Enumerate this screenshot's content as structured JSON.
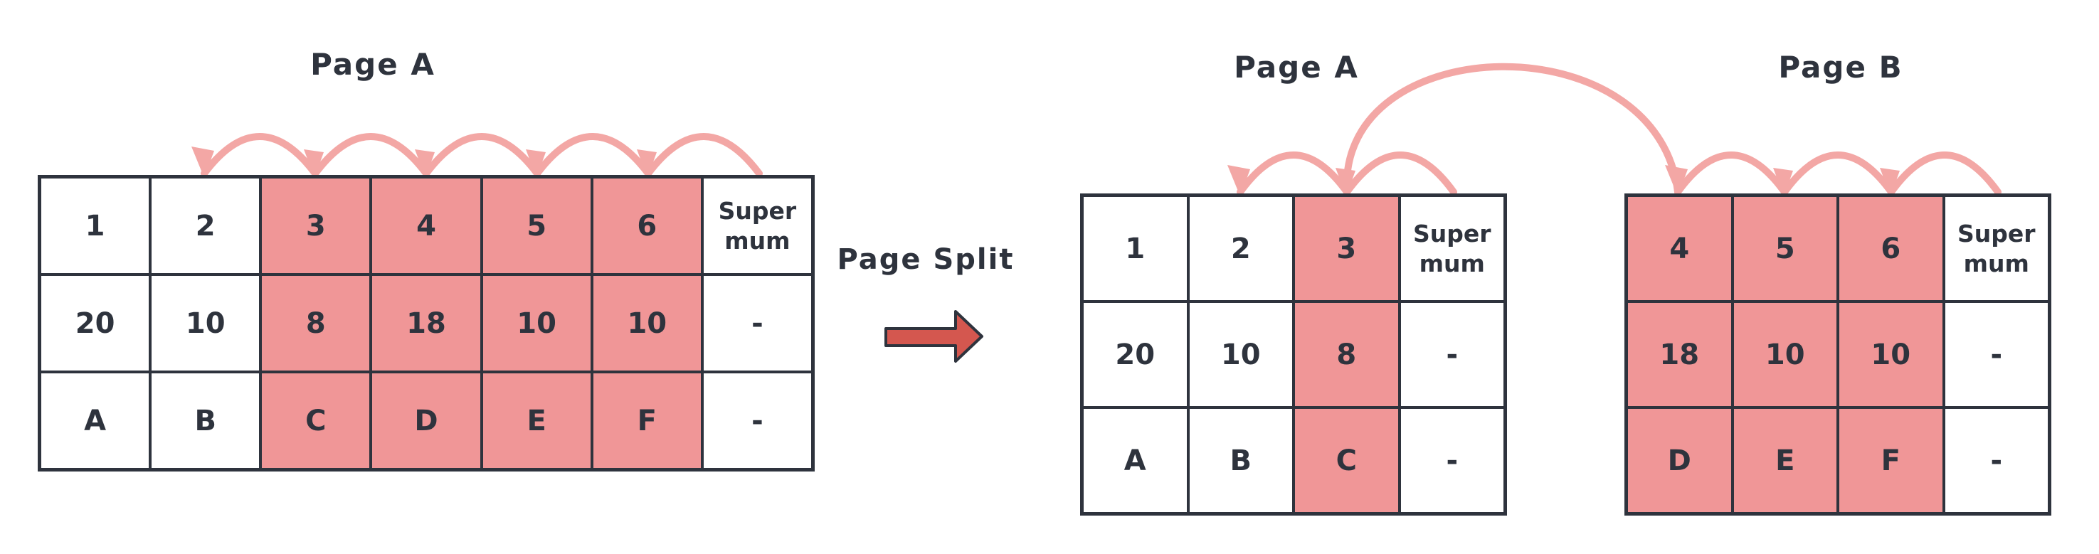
{
  "diagram": {
    "left": {
      "title": "Page A",
      "rows": [
        [
          "1",
          "2",
          "3",
          "4",
          "5",
          "6",
          "Super mum"
        ],
        [
          "20",
          "10",
          "8",
          "18",
          "10",
          "10",
          "-"
        ],
        [
          "A",
          "B",
          "C",
          "D",
          "E",
          "F",
          "-"
        ]
      ],
      "highlight_cols": [
        2,
        3,
        4,
        5
      ]
    },
    "split": {
      "label": "Page Split"
    },
    "right_a": {
      "title": "Page A",
      "rows": [
        [
          "1",
          "2",
          "3",
          "Super mum"
        ],
        [
          "20",
          "10",
          "8",
          "-"
        ],
        [
          "A",
          "B",
          "C",
          "-"
        ]
      ],
      "highlight_cols": [
        2
      ]
    },
    "right_b": {
      "title": "Page B",
      "rows": [
        [
          "4",
          "5",
          "6",
          "Super mum"
        ],
        [
          "18",
          "10",
          "10",
          "-"
        ],
        [
          "D",
          "E",
          "F",
          "-"
        ]
      ],
      "highlight_cols": [
        0,
        1,
        2
      ]
    },
    "colors": {
      "highlight": "#F09697",
      "arc": "#F3A7A5",
      "arrow_fill": "#D4574F",
      "ink": "#2E333D"
    }
  }
}
